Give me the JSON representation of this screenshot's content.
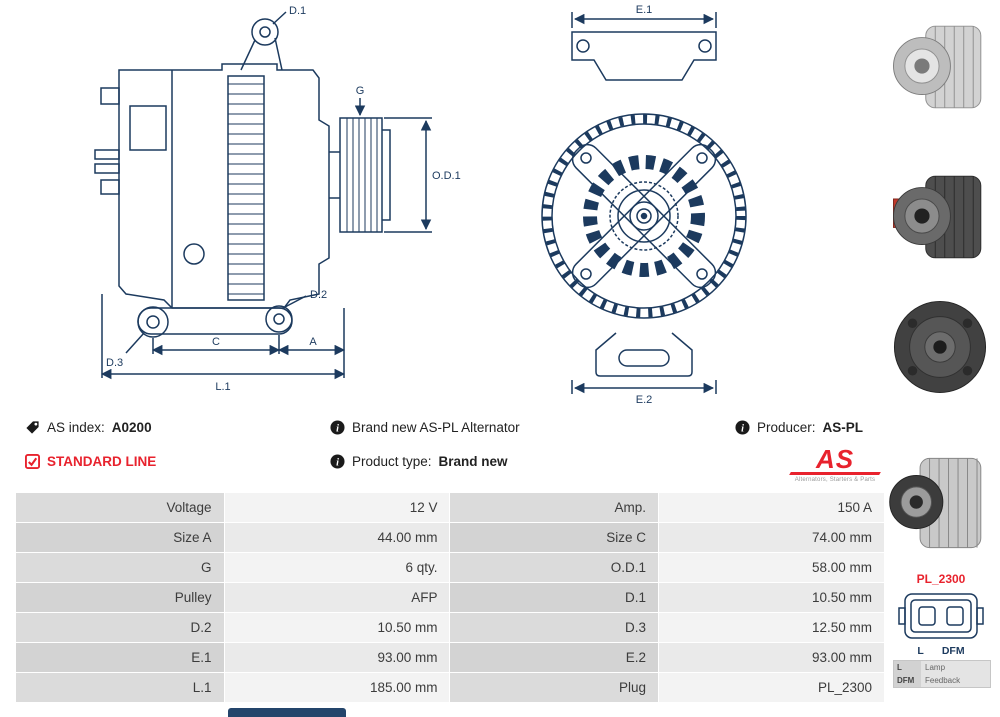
{
  "colors": {
    "drawing_line": "#1c3a5e",
    "accent_red": "#e8222d",
    "table_label_bg": "#d8d8d8",
    "table_value_bg": "#f0f0f0"
  },
  "info": {
    "as_index_label": "AS index:",
    "as_index_value": "A0200",
    "standard_line": "STANDARD LINE",
    "brand_new_text": "Brand new AS-PL Alternator",
    "product_type_label": "Product type:",
    "product_type_value": "Brand new",
    "producer_label": "Producer:",
    "producer_value": "AS-PL",
    "logo_text": "AS",
    "logo_caption": "Alternators, Starters & Parts"
  },
  "diagrams": {
    "side": {
      "d1": "D.1",
      "g": "G",
      "od1": "O.D.1",
      "d2": "D.2",
      "d3": "D.3",
      "c": "C",
      "a": "A",
      "l1": "L.1"
    },
    "front": {
      "e1": "E.1",
      "e2": "E.2"
    }
  },
  "connector": {
    "name": "PL_2300",
    "pin1": "L",
    "pin2": "DFM",
    "legend": {
      "pin1": "L",
      "desc1": "Lamp",
      "pin2": "DFM",
      "desc2": "Feedback"
    }
  },
  "spec_table": {
    "rows": [
      {
        "l1": "Voltage",
        "v1": "12 V",
        "l2": "Amp.",
        "v2": "150 A"
      },
      {
        "l1": "Size A",
        "v1": "44.00 mm",
        "l2": "Size C",
        "v2": "74.00 mm"
      },
      {
        "l1": "G",
        "v1": "6 qty.",
        "l2": "O.D.1",
        "v2": "58.00 mm"
      },
      {
        "l1": "Pulley",
        "v1": "AFP",
        "l2": "D.1",
        "v2": "10.50 mm"
      },
      {
        "l1": "D.2",
        "v1": "10.50 mm",
        "l2": "D.3",
        "v2": "12.50 mm"
      },
      {
        "l1": "E.1",
        "v1": "93.00 mm",
        "l2": "E.2",
        "v2": "93.00 mm"
      },
      {
        "l1": "L.1",
        "v1": "185.00 mm",
        "l2": "Plug",
        "v2": "PL_2300"
      }
    ]
  }
}
